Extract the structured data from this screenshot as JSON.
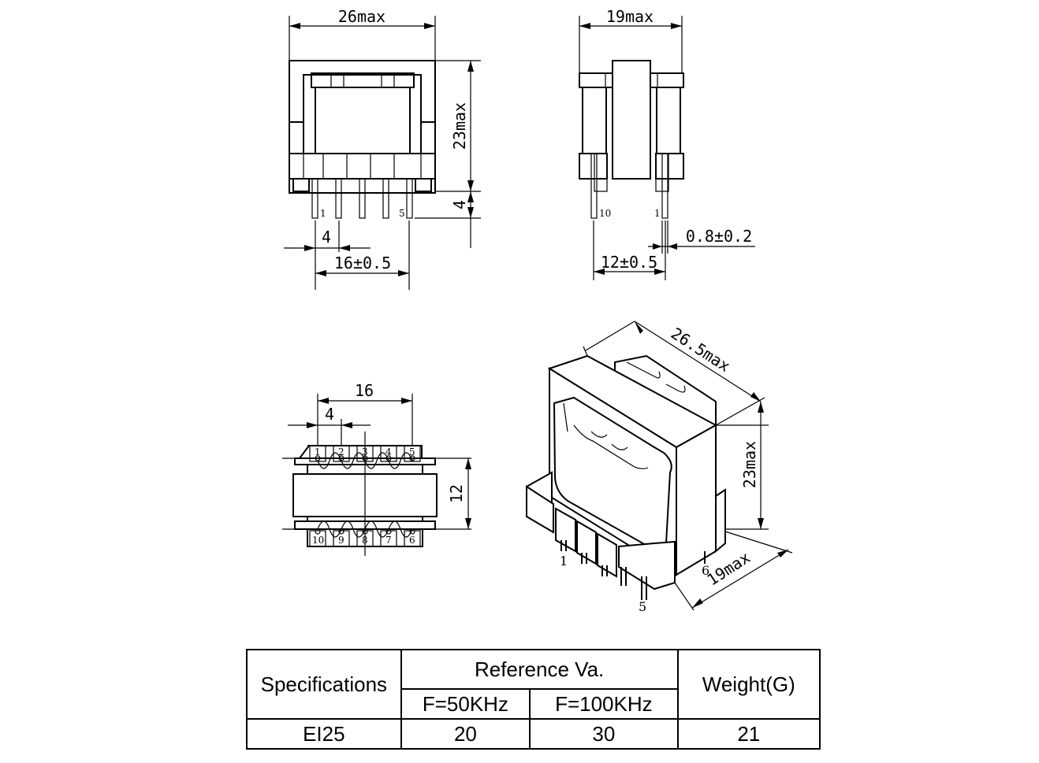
{
  "dimensions": {
    "front_width": "26max",
    "front_height": "23max",
    "pin_length": "4",
    "pin_pitch": "4",
    "pin_span": "16±0.5",
    "side_width": "19max",
    "row_spacing": "12±0.5",
    "pin_diameter": "0.8±0.2",
    "bottom_span": "16",
    "bottom_pitch": "4",
    "bottom_row_spacing": "12",
    "iso_length": "26.5max",
    "iso_height": "23max",
    "iso_depth": "19max"
  },
  "pins": {
    "front_first": "1",
    "front_last": "5",
    "side_left": "10",
    "side_right": "1",
    "bottom_top": [
      "1",
      "2",
      "3",
      "4",
      "5"
    ],
    "bottom_bottom": [
      "10",
      "9",
      "8",
      "7",
      "6"
    ],
    "iso_first": "1",
    "iso_fifth": "5",
    "iso_sixth": "6"
  },
  "table": {
    "specifications_header": "Specifications",
    "reference_header": "Reference Va.",
    "f50_header": "F=50KHz",
    "f100_header": "F=100KHz",
    "weight_header": "Weight(G)",
    "rows": [
      {
        "model": "EI25",
        "f50": "20",
        "f100": "30",
        "weight": "21"
      }
    ]
  }
}
